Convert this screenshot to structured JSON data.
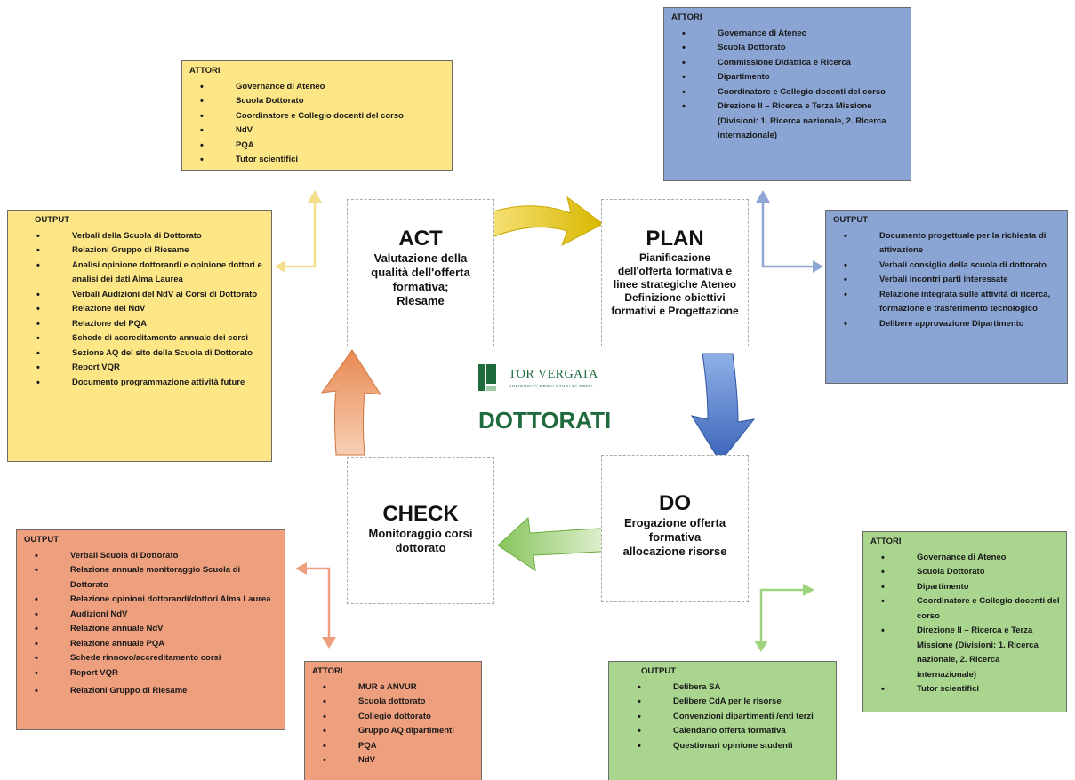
{
  "logo": {
    "brand": "TOR VERGATA",
    "tagline": "UNIVERSITÀ DEGLI STUDI DI ROMA",
    "title": "DOTTORATI"
  },
  "phases": {
    "act": {
      "title": "ACT",
      "lines": [
        "Valutazione della",
        "qualità dell'offerta",
        "formativa;",
        "Riesame"
      ]
    },
    "plan": {
      "title": "PLAN",
      "lines": [
        "Pianificazione",
        "dell'offerta formativa e",
        "linee strategiche Ateneo",
        "Definizione obiettivi",
        "formativi e Progettazione"
      ]
    },
    "check": {
      "title": "CHECK",
      "lines": [
        "Monitoraggio corsi",
        "dottorato"
      ]
    },
    "do": {
      "title": "DO",
      "lines": [
        "Erogazione offerta",
        "formativa",
        "allocazione risorse"
      ]
    }
  },
  "act_attori": {
    "header": "ATTORI",
    "items": [
      "Governance di Ateneo",
      "Scuola Dottorato",
      "Coordinatore e Collegio docenti del corso",
      "NdV",
      "PQA",
      "Tutor scientifici"
    ]
  },
  "act_output": {
    "header": "OUTPUT",
    "items": [
      "Verbali della Scuola di Dottorato",
      "Relazioni Gruppo di Riesame",
      "Analisi opinione dottorandi e opinione dottori e analisi dei     dati Alma Laurea",
      "Verbali Audizioni del NdV ai Corsi di Dottorato",
      "Relazione del NdV",
      "Relazione del PQA",
      "Schede di accreditamento annuale dei corsi",
      "Sezione AQ del sito della Scuola di Dottorato",
      "Report VQR",
      "Documento programmazione attività future"
    ]
  },
  "plan_attori": {
    "header": "ATTORI",
    "items": [
      "Governance di Ateneo",
      "Scuola Dottorato",
      "Commissione Didattica e Ricerca",
      "Dipartimento",
      "Coordinatore e Collegio docenti del corso",
      "Direzione II – Ricerca e Terza Missione (Divisioni: 1. Ricerca nazionale, 2. Ricerca internazionale)"
    ]
  },
  "plan_output": {
    "header": "OUTPUT",
    "items": [
      "Documento progettuale per la richiesta di attivazione",
      "Verbali consiglio della scuola di dottorato",
      "Verbali incontri parti interessate",
      "Relazione integrata sulle attività di ricerca, formazione e trasferimento tecnologico",
      "Delibere approvazione Dipartimento"
    ]
  },
  "check_output": {
    "header": "OUTPUT",
    "items": [
      "Verbali Scuola di Dottorato",
      "Relazione annuale monitoraggio Scuola di Dottorato",
      "Relazione opinioni dottorandi/dottori Alma Laurea",
      "Audizioni NdV",
      "Relazione annuale NdV",
      "Relazione annuale PQA",
      "Schede rinnovo/accreditamento corsi",
      "Report VQR",
      "Relazioni Gruppo di Riesame"
    ]
  },
  "check_attori": {
    "header": "ATTORI",
    "items": [
      "MUR e ANVUR",
      "Scuola dottorato",
      "Collegio dottorato",
      "Gruppo AQ dipartimenti",
      "PQA",
      "NdV"
    ]
  },
  "do_output": {
    "header": "OUTPUT",
    "items": [
      "Delibera SA",
      "Delibere CdA per le risorse",
      "Convenzioni dipartimenti /enti terzi",
      "Calendario offerta formativa",
      "Questionari opinione studenti"
    ]
  },
  "do_attori": {
    "header": "ATTORI",
    "items": [
      "Governance di Ateneo",
      "Scuola Dottorato",
      "Dipartimento",
      "Coordinatore e Collegio docenti del corso",
      "Direzione II – Ricerca e Terza Missione (Divisioni: 1. Ricerca nazionale, 2. Ricerca internazionale)",
      "Tutor scientifici"
    ]
  },
  "colors": {
    "yellow": "#fde685",
    "blue": "#8aa4d4",
    "salmon": "#ee9f7d",
    "green": "#a9d58e",
    "brand_green": "#1f6b3e"
  }
}
